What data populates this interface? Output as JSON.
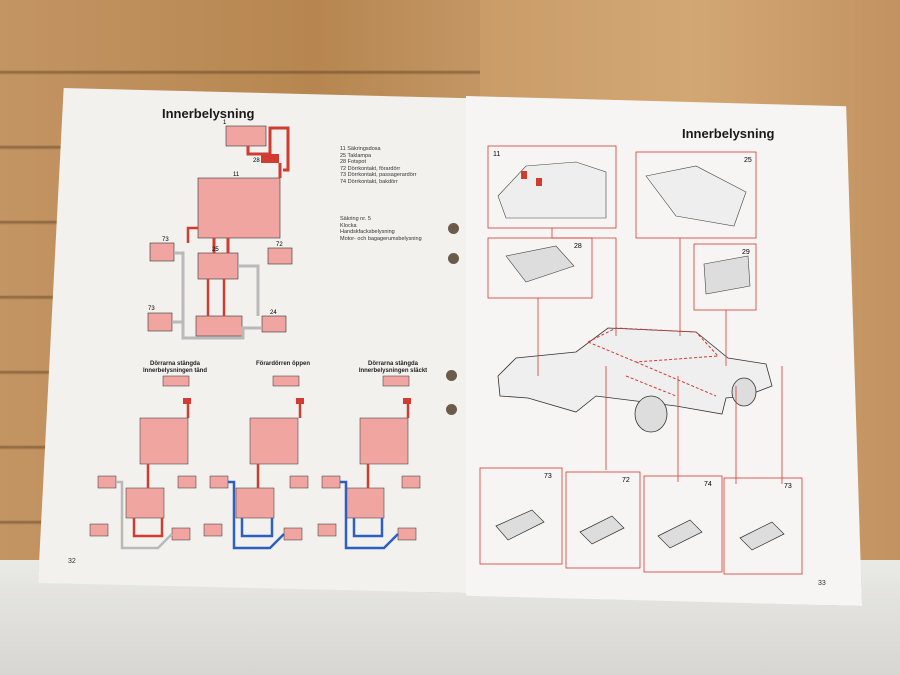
{
  "left_page": {
    "title": "Innerbelysning",
    "legend": [
      "11 Säkringsdosa",
      "25 Taklampa",
      "28 Fotspot",
      "72 Dörrkontakt, förardörr",
      "73 Dörrkontakt, passagerardörr",
      "74 Dörrkontakt, bakdörr"
    ],
    "fuse_note": [
      "Säkring nr. 5",
      "Klocka",
      "Handskfacksbelysning",
      "Motor- och bagagerumsbelysning"
    ],
    "scenario_labels": [
      "Dörrarna stängda Innerbelysningen tänd",
      "Förardörren öppen",
      "Dörrarna stängda Innerbelysningen släckt"
    ],
    "diagram_numbers": [
      "1",
      "28",
      "11",
      "25",
      "73",
      "73",
      "72",
      "24"
    ],
    "page_number": "32"
  },
  "right_page": {
    "title": "Innerbelysning",
    "box_numbers": [
      "11",
      "25",
      "28",
      "29",
      "73",
      "72",
      "74",
      "73"
    ],
    "page_number": "33"
  },
  "colors": {
    "red": "#d23b30",
    "pink": "#f0a5a0",
    "blue": "#2d5fc0",
    "grey": "#b9b9b9"
  }
}
